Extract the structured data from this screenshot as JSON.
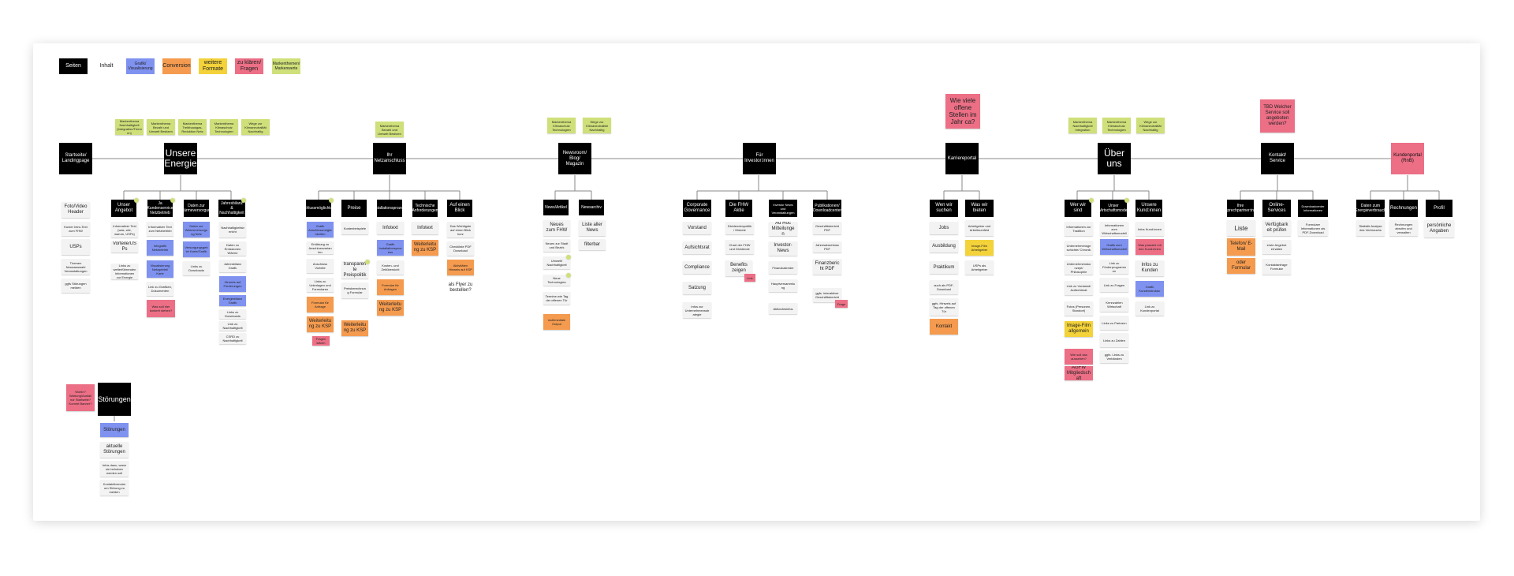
{
  "legend": [
    {
      "label": "Seiten",
      "color": "#000000",
      "text_color": "#ffffff"
    },
    {
      "label": "Inhalt",
      "color": "#f3f3f3",
      "text_color": "#222222"
    },
    {
      "label": "Grafik/ Visualisierung",
      "color": "#7f92f0",
      "text_color": "#222222"
    },
    {
      "label": "Conversion",
      "color": "#f59b4f",
      "text_color": "#222222"
    },
    {
      "label": "weitere Formate",
      "color": "#f3d23a",
      "text_color": "#222222"
    },
    {
      "label": "zu klären/ Fragen",
      "color": "#ec6f86",
      "text_color": "#222222"
    },
    {
      "label": "Markenthemen/ Markenwerte",
      "color": "#cfe07a",
      "text_color": "#222222"
    }
  ],
  "pages": {
    "startseite": "Startseite/ Landingpage",
    "energie": "Unsere Energie",
    "netzanschluss": "Ihr Netzanschluss",
    "newsroom": "Newsroom/ Blog/ Magazin",
    "investoren": "Für Investor:innen",
    "karriere": "Karriereportal",
    "ueber": "Über uns",
    "kontakt": "Kontakt/ Service",
    "kundenportal": "Kundenportal (RnB)",
    "stoerungen": "Störungen"
  },
  "top_notes": {
    "energie": [
      "Markenthema Nachhaltigkeit (Integration/Themen)",
      "Markenthema Bezahl und Umwelt Besitzen",
      "Markenthema Treibhausgas-Reduktion Netz",
      "Markenthema Klimaschutz Technologien",
      "Wege zur Klimaneutralität Nachhaltig"
    ],
    "netzanschluss": [
      "Markenthema Bezahl und Umwelt Besitzen"
    ],
    "newsroom": [
      "Markenthema Klimaschutz Technologien",
      "Wege zur Klimaneutralität Nachhaltig"
    ],
    "karriere": "Wie viele offene Stellen im Jahr ca?",
    "ueber": [
      "Markenthema Nachhaltigkeit Integration",
      "Markenthema Klimaschutz Technologien",
      "Wege zur Klimaneutralität Nachhaltig"
    ],
    "kontakt": "TBD Welcher Service soll angeboten werden?"
  },
  "startseite": {
    "items": [
      "Foto/Video Header",
      "Kurzer Intro-Text zum FHW",
      "USPs",
      "Themen Newsauswahl Veranstaltungen",
      "ggfs Störungen melden"
    ]
  },
  "energie": {
    "subpages": [
      "Unser Angebot",
      "Ja Kundenservice Netzbetrieb",
      "Daten zur Wärmeversorgung",
      "Jahresbilanz & Nachhaltigkeit"
    ],
    "col1": [
      "Informativer Text (was, wie, warum, USPs)",
      "Vorteile/USPs",
      "Links zu weiterführenden Informationen zur Energie"
    ],
    "col2": [
      "Informativer Text zum Netzbetrieb",
      "Infografik Netzbetrieb",
      "Visualisierung Netzgebiet/ Karte",
      "Link zu Grafiken, Dokumenten",
      "Was soll hier konkret stehen?"
    ],
    "col3": [
      "Daten zur Wärmeversorgung Netz",
      "Versorgungsgebiet Karte/Grafik",
      "Links zu Downloads"
    ],
    "col4": [
      "Nachhaltigkeitsbericht",
      "Daten zu Emissionen Wärme",
      "Jahresbilanz Grafik",
      "Hinweis auf Förderungen",
      "Energiebilanz Grafik",
      "Links zu Downloads",
      "Link zu Nachhaltigkeit",
      "CSRD zu Nachhaltigkeit"
    ]
  },
  "netzanschluss": {
    "subpages": [
      "Anschlussmöglichkeiten",
      "Preise",
      "Installationsprozess",
      "Technische Anforderungen",
      "Auf einen Blick"
    ],
    "col1": [
      "Grafik Anschlussmöglichkeiten",
      "Erklärung zu Anschlussvarianten",
      "Anschluss Vorteile",
      "Links zu Unterlagen und Formularen",
      "Formular für Anfrage",
      "Weiterleitung zu KSP",
      "Fragen klären"
    ],
    "col2": [
      "Kostenbeispiele",
      "transparente Preispolitik",
      "Preisberechnung Formular",
      "Weiterleitung zu KSP"
    ],
    "col3": [
      "Infotext",
      "Grafik Installationsprozess",
      "Kosten- und Zeitübersicht",
      "Formular für Anfragen",
      "Weiterleitung zu KSP"
    ],
    "col4": [
      "Infotext",
      "Weiterleitung zu KSP"
    ],
    "col5": [
      "Das Wichtigste auf einen Blick kurz",
      "Checkliste PDF Download",
      "Aktivitäten Hinweis auf KSP",
      "als Flyer zu bestellen?"
    ]
  },
  "newsroom": {
    "subpages": [
      "News/Artikel",
      "Newsarchiv"
    ],
    "col1": [
      "Neues zum FHW",
      "Neues zur Stadt und Bezirk",
      "Umwelt/ Nachhaltigkeit",
      "Neue Technologien",
      "Termine wie Tag der offenen Tür",
      "multimediale Output"
    ],
    "col2": [
      "Liste aller News",
      "filterbar"
    ]
  },
  "investoren": {
    "subpages": [
      "Corporate Governance",
      "Die FHW Aktie",
      "Investor News und Veranstaltungen",
      "Publikationen/ Downloadcenter"
    ],
    "col1": [
      "Vorstand",
      "Aufsichtsrat",
      "Compliance",
      "Satzung",
      "Infos zur Unternehmensstrategie"
    ],
    "col2": [
      "Dividendenpolitik / Historie",
      "Chart der FHW und Dividende",
      "Benefits zeigen",
      "Link"
    ],
    "col3": [
      "Ad Hoc Mitteilungen",
      "Investor-News",
      "Finanzkalender",
      "Hauptversammlung",
      "Aktionärsinfos"
    ],
    "col4": [
      "Geschäftsbericht PDF",
      "Jahresabschluss PDF",
      "Finanzbericht PDF",
      "ggfs. interaktiver Geschäftsbericht",
      "Frage"
    ]
  },
  "karriere": {
    "subpages": [
      "Wen wir suchen",
      "Was wir bieten"
    ],
    "col1": [
      "Jobs",
      "Ausbildung",
      "Praktikum",
      "auch als PDF-Download",
      "ggfs. Hinweis auf Tag der offenen Tür",
      "Kontakt"
    ],
    "col2": [
      "Arbeitgeber und Arbeitsumfeld",
      "Image-Film Arbeitgeber",
      "USPs als Arbeitgeber"
    ]
  },
  "ueber": {
    "subpages": [
      "Wer wir sind",
      "Unser Wirtschaftsmodell",
      "Unsere Kund:innen"
    ],
    "col1": [
      "Informationen zur Tradition",
      "Unternehmensgeschichte/ Chronik",
      "Unternehmenskonzept/ Philosophie",
      "Link zu Vorstand/ Aufsichtsrat",
      "Fotos (Personen, Standort)",
      "Image-Film allgemein",
      "Wie soll das aussehen?",
      "AGFW Mitgliedschaft"
    ],
    "col2": [
      "Informationen zum Wirtschaftsmodell",
      "Grafik zum Wirtschaftsmodell",
      "Link zu Förderprogrammen",
      "Link zu Fragen",
      "Kennzahlen Wirtschaft",
      "Links zu Partnern",
      "Links zu Zahlen",
      "ggfs. Links zu Verbänden"
    ],
    "col3": [
      "Infos Kund:innen",
      "Was passiert mit den Kund:innen",
      "Infos zu Kunden",
      "Grafik Kundenstruktur",
      "Link zu Kundenportal"
    ]
  },
  "kontakt": {
    "subpages": [
      "Ihre Ansprechpartner:innen",
      "Online-Services",
      "Downloadcenter Informationen"
    ],
    "col1": [
      "Liste",
      "Telefon/ E-Mail",
      "oder Formular"
    ],
    "col2": [
      "Verfügbarkeit prüfen",
      "erste Angebot erhalten",
      "Kontaktanfrage Formular"
    ],
    "col3": [
      "Formulare Informationen als PDF-Download"
    ]
  },
  "kundenportal": {
    "subpages": [
      "Daten zum Energieverbrauch",
      "Rechnungen",
      "Profil"
    ],
    "col1": [
      "Statistik Analyse des Verbrauchs"
    ],
    "col2": [
      "Rechnungen abrufen und verwalten"
    ],
    "col3": [
      "persönliche Angaben"
    ]
  },
  "stoerungen": {
    "question": "Wohin? Wartung/Ausfall nur Startseite? Kommt Banner?",
    "items": [
      "Störungen",
      "aktuelle Störungen",
      "Infos dazu, wann sie behoben werden soll",
      "Kontaktformular um Störung zu melden"
    ]
  }
}
